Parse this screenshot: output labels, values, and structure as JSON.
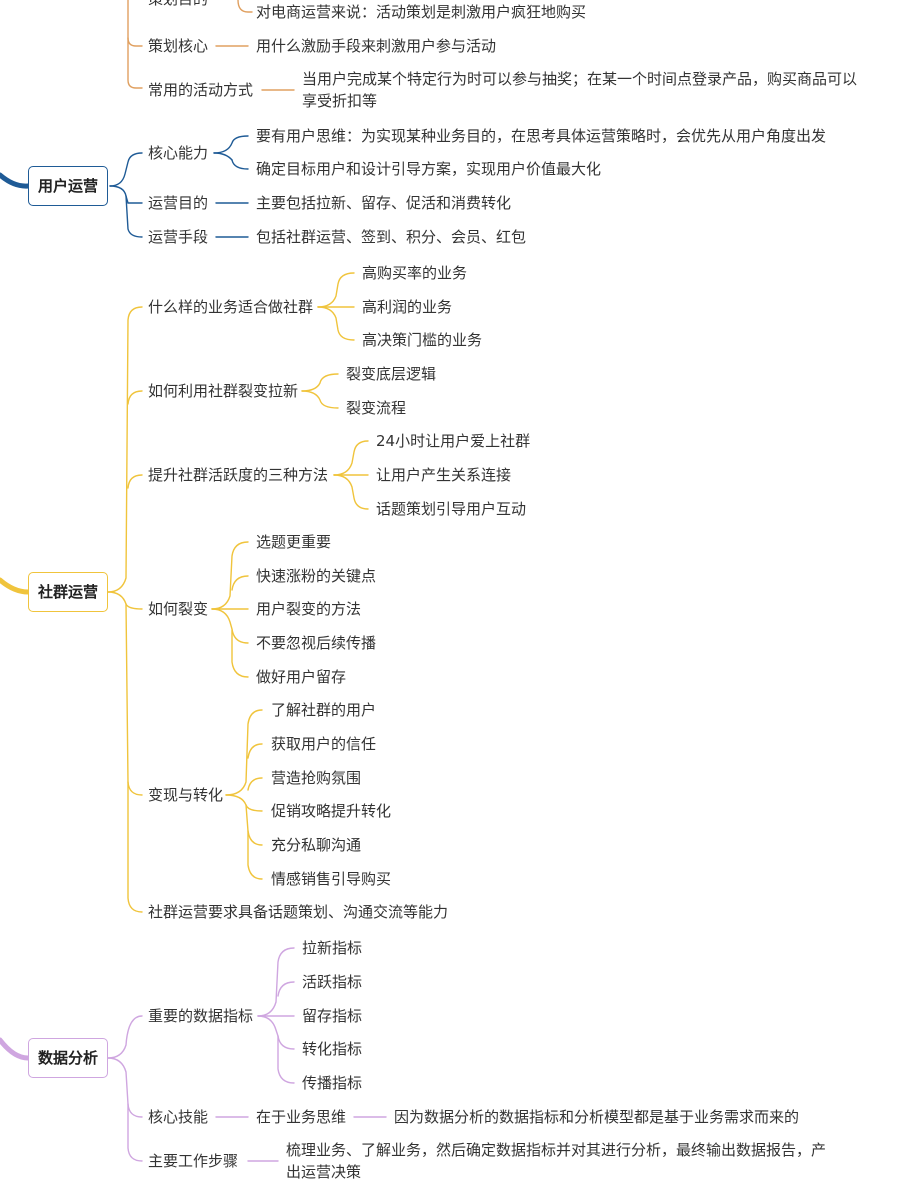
{
  "sections": {
    "activity": {
      "partial_branch": "策划目的",
      "purpose_item": "对电商运营来说：活动策划是刺激用户疯狂地购买",
      "core": "策划核心",
      "core_desc": "用什么激励手段来刺激用户参与活动",
      "methods": "常用的活动方式",
      "methods_desc": "当用户完成某个特定行为时可以参与抽奖；在某一个时间点登录产品，购买商品可以享受折扣等"
    },
    "user_ops": {
      "title": "用户运营",
      "core_ability": "核心能力",
      "core_ability_items": [
        "要有用户思维：为实现某种业务目的，在思考具体运营策略时，会优先从用户角度出发",
        "确定目标用户和设计引导方案，实现用户价值最大化"
      ],
      "purpose": "运营目的",
      "purpose_desc": "主要包括拉新、留存、促活和消费转化",
      "means": "运营手段",
      "means_desc": "包括社群运营、签到、积分、会员、红包"
    },
    "community": {
      "title": "社群运营",
      "suitable": "什么样的业务适合做社群",
      "suitable_items": [
        "高购买率的业务",
        "高利润的业务",
        "高决策门槛的业务"
      ],
      "fission_use": "如何利用社群裂变拉新",
      "fission_use_items": [
        "裂变底层逻辑",
        "裂变流程"
      ],
      "activity_methods": "提升社群活跃度的三种方法",
      "activity_methods_items": [
        "24小时让用户爱上社群",
        "让用户产生关系连接",
        "话题策划引导用户互动"
      ],
      "how_fission": "如何裂变",
      "how_fission_items": [
        "选题更重要",
        "快速涨粉的关键点",
        "用户裂变的方法",
        "不要忽视后续传播",
        "做好用户留存"
      ],
      "monetize": "变现与转化",
      "monetize_items": [
        "了解社群的用户",
        "获取用户的信任",
        "营造抢购氛围",
        "促销攻略提升转化",
        "充分私聊沟通",
        "情感销售引导购买"
      ],
      "requirement": "社群运营要求具备话题策划、沟通交流等能力"
    },
    "data": {
      "title": "数据分析",
      "metrics": "重要的数据指标",
      "metrics_items": [
        "拉新指标",
        "活跃指标",
        "留存指标",
        "转化指标",
        "传播指标"
      ],
      "skill": "核心技能",
      "skill_desc": "在于业务思维",
      "skill_reason": "因为数据分析的数据指标和分析模型都是基于业务需求而来的",
      "steps": "主要工作步骤",
      "steps_desc": "梳理业务、了解业务，然后确定数据指标并对其进行分析，最终输出数据报告，产出运营决策"
    }
  },
  "colors": {
    "activity": "#e0a060",
    "user_ops": "#1f5b96",
    "community": "#f0c43c",
    "data": "#cfa6e0"
  }
}
